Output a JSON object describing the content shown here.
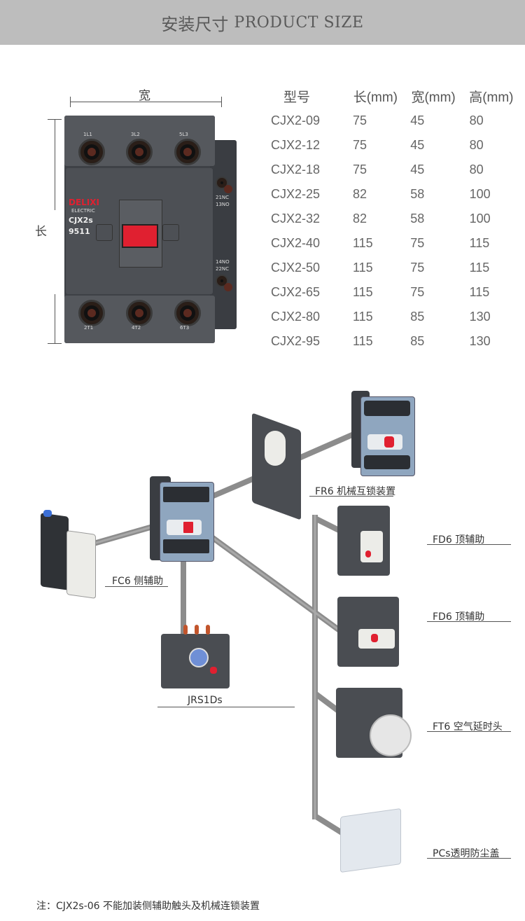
{
  "header": {
    "title_cn": "安装尺寸",
    "title_en": "PRODUCT SIZE"
  },
  "dimensions": {
    "width_label": "宽",
    "length_label": "长"
  },
  "product": {
    "brand": "DELIXI",
    "brand_sub": "ELECTRIC",
    "model": "CJX2s",
    "code": "9511",
    "top_terminals": [
      "1L1",
      "3L2",
      "5L3"
    ],
    "bottom_terminals": [
      "2T1",
      "4T2",
      "6T3"
    ],
    "aux_top": [
      "21NC",
      "13NO"
    ],
    "aux_bottom": [
      "14NO",
      "22NC"
    ]
  },
  "table": {
    "headers": [
      "型号",
      "长(mm)",
      "宽(mm)",
      "高(mm)"
    ],
    "rows": [
      [
        "CJX2-09",
        "75",
        "45",
        "80"
      ],
      [
        "CJX2-12",
        "75",
        "45",
        "80"
      ],
      [
        "CJX2-18",
        "75",
        "45",
        "80"
      ],
      [
        "CJX2-25",
        "82",
        "58",
        "100"
      ],
      [
        "CJX2-32",
        "82",
        "58",
        "100"
      ],
      [
        "CJX2-40",
        "115",
        "75",
        "115"
      ],
      [
        "CJX2-50",
        "115",
        "75",
        "115"
      ],
      [
        "CJX2-65",
        "115",
        "75",
        "115"
      ],
      [
        "CJX2-80",
        "115",
        "85",
        "130"
      ],
      [
        "CJX2-95",
        "115",
        "85",
        "130"
      ]
    ]
  },
  "accessories": {
    "fr6": "FR6 机械互锁装置",
    "fc6": "FC6 侧辅助",
    "fd6_a": "FD6 顶辅助",
    "fd6_b": "FD6 顶辅助",
    "jrs": "JRS1Ds",
    "ft6": "FT6 空气延时头",
    "pcs": "PCs透明防尘盖"
  },
  "note": "注：CJX2s-06 不能加装侧辅助触头及机械连锁装置",
  "colors": {
    "header_bg": "#bdbdbd",
    "contactor_gray": "#4a4d52",
    "accent_red": "#e02030",
    "module_blue": "#8fa6bf"
  }
}
